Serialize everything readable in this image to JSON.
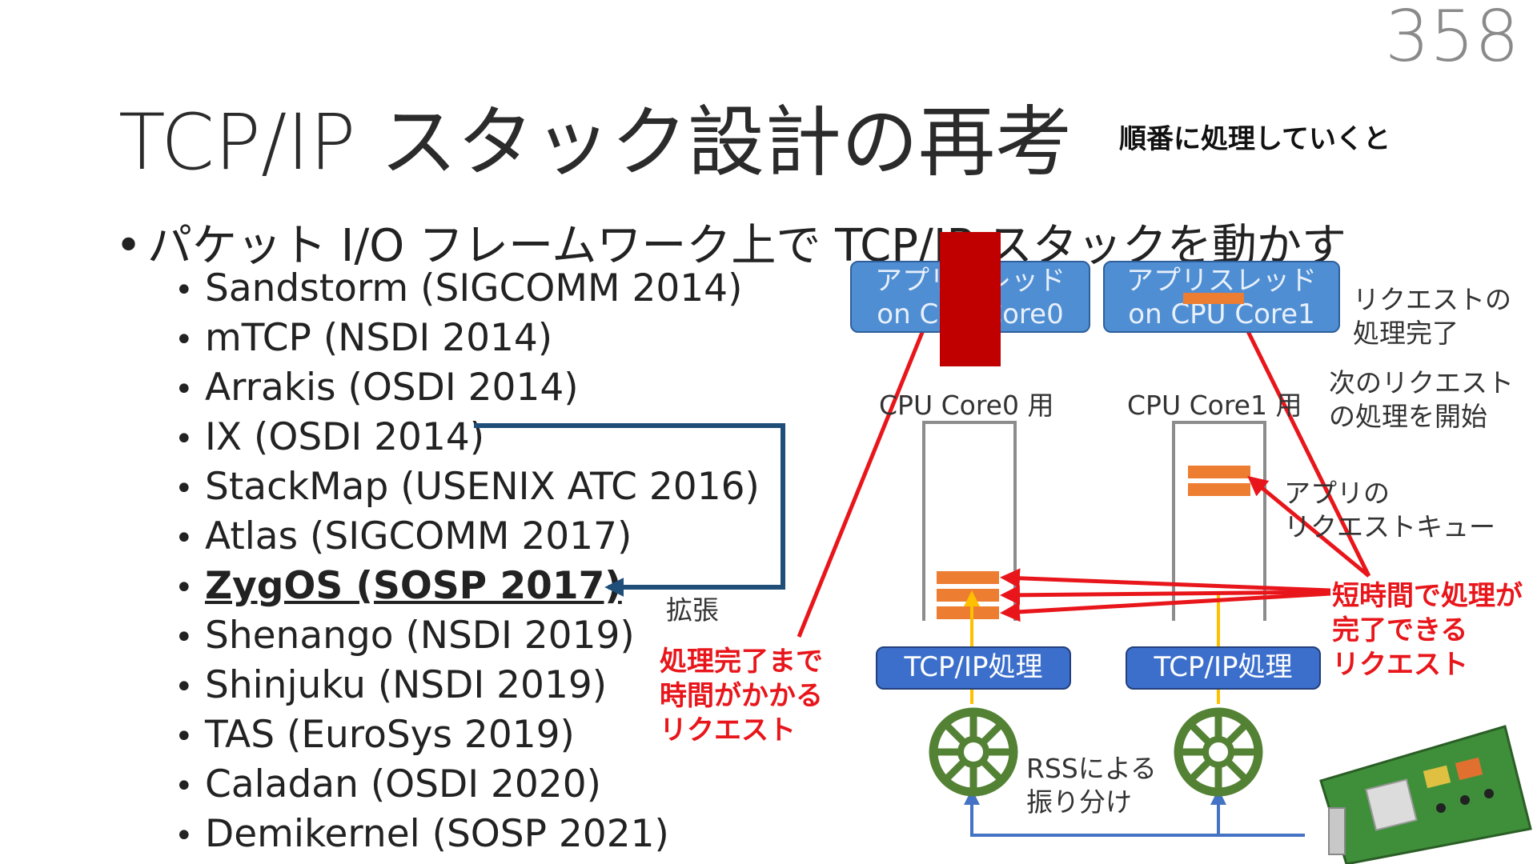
{
  "page_number": "358",
  "title": "TCP/IP スタック設計の再考",
  "note_top": "順番に処理していくと",
  "bullet_main": "パケット I/O フレームワーク上で TCP/IP スタックを動かす",
  "bullet_glyph": "•",
  "sub_items": [
    {
      "label": "Sandstorm (SIGCOMM 2014)"
    },
    {
      "label": "mTCP (NSDI 2014)"
    },
    {
      "label": "Arrakis (OSDI 2014)"
    },
    {
      "label": "IX (OSDI 2014)"
    },
    {
      "label": "StackMap (USENIX ATC 2016)"
    },
    {
      "label": "Atlas (SIGCOMM 2017)"
    },
    {
      "label": "ZygOS (SOSP 2017)",
      "highlighted": true
    },
    {
      "label": "Shenango (NSDI 2019)"
    },
    {
      "label": "Shinjuku (NSDI 2019)"
    },
    {
      "label": "TAS (EuroSys 2019)"
    },
    {
      "label": "Caladan (OSDI 2020)"
    },
    {
      "label": "Demikernel (SOSP 2021)"
    }
  ],
  "extend_label": "拡張",
  "diagram": {
    "app_thread_0": {
      "line1": "アプリスレッド",
      "line2": "on CPU Core0"
    },
    "app_thread_1": {
      "line1": "アプリスレッド",
      "line2": "on CPU Core1"
    },
    "core0_queue_label": "CPU Core0 用",
    "core1_queue_label": "CPU Core1 用",
    "tcp_box_0": "TCP/IP処理",
    "tcp_box_1": "TCP/IP処理",
    "rss_label": {
      "line1": "RSSによる",
      "line2": "振り分け"
    },
    "request_done": {
      "line1": "リクエストの",
      "line2": "処理完了"
    },
    "next_request": {
      "line1": "次のリクエスト",
      "line2": "の処理を開始"
    },
    "app_request_queue": {
      "line1": "アプリの",
      "line2": "リクエストキュー"
    },
    "short_requests": {
      "line1": "短時間で処理が",
      "line2": "完了できる",
      "line3": "リクエスト"
    },
    "long_request": {
      "line1": "処理完了まで",
      "line2": "時間がかかる",
      "line3": "リクエスト"
    }
  },
  "colors": {
    "accent_red": "#e8161b",
    "dark_red_bar": "#c00000",
    "orange": "#ed7d31",
    "app_blue": "#4f8ed3",
    "tcp_blue": "#3c6fcc",
    "arrow_navy": "#1f4e79",
    "rss_green": "#548235",
    "flow_blue": "#4472c4",
    "flow_yellow": "#ffc000"
  },
  "icons": [
    "rss-wheel-icon",
    "nic-card-icon"
  ]
}
